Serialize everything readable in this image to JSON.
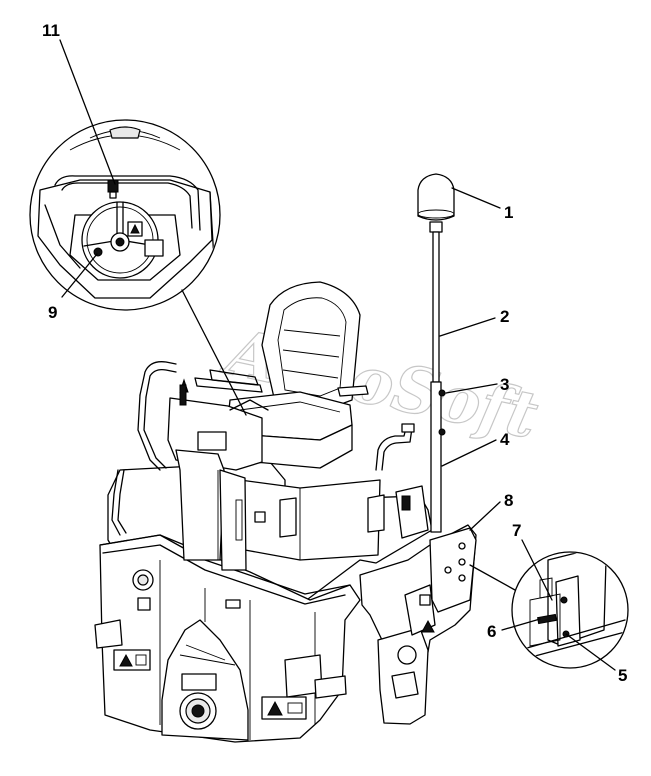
{
  "watermark": "AutoSoft",
  "callouts": [
    {
      "id": "1",
      "label": "1"
    },
    {
      "id": "2",
      "label": "2"
    },
    {
      "id": "3",
      "label": "3"
    },
    {
      "id": "4",
      "label": "4"
    },
    {
      "id": "5",
      "label": "5"
    },
    {
      "id": "6",
      "label": "6"
    },
    {
      "id": "7",
      "label": "7"
    },
    {
      "id": "8",
      "label": "8"
    },
    {
      "id": "9",
      "label": "9"
    },
    {
      "id": "11",
      "label": "11"
    }
  ]
}
